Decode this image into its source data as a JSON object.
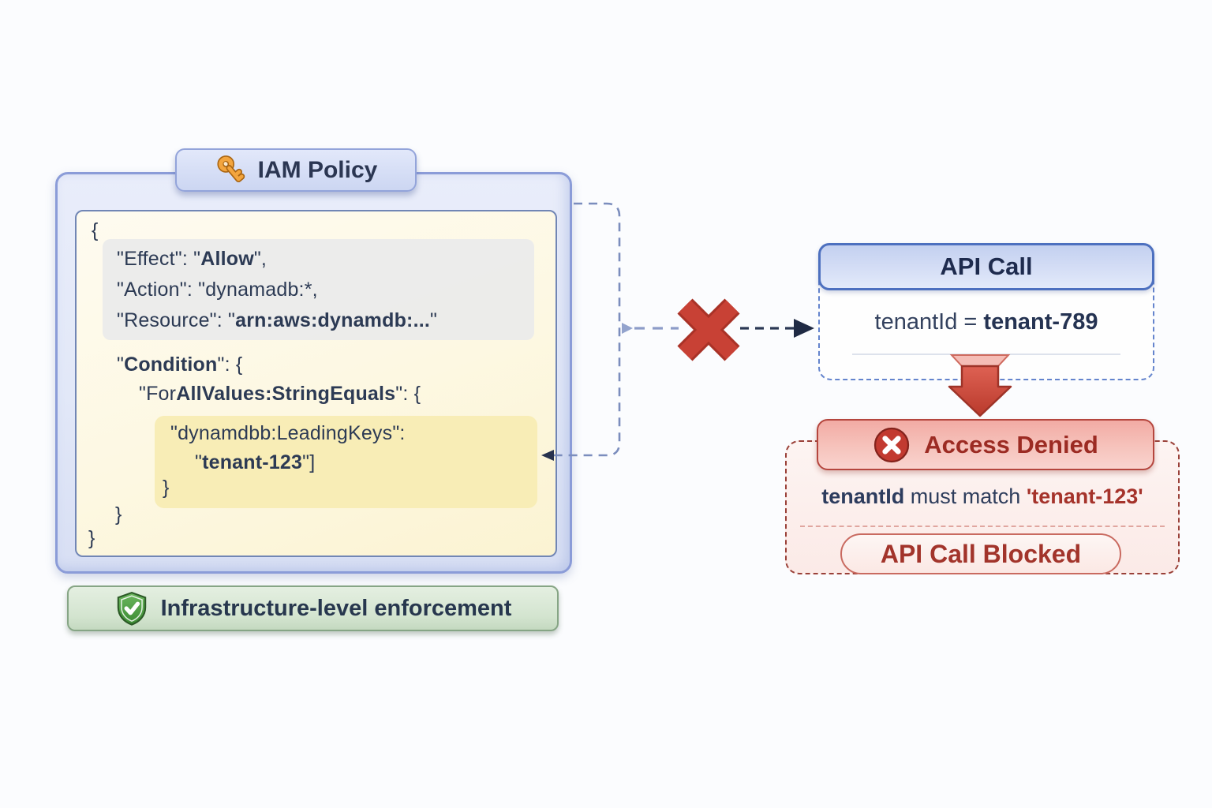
{
  "policy": {
    "tab_label": "IAM Policy",
    "tab_icon": "key-icon",
    "code": {
      "l1": "{",
      "l2a": "\"Effect\": \"",
      "l2b": "Allow",
      "l2c": "\",",
      "l3a": "\"Action\": ",
      "l3b": "\"dynamadb:*,",
      "l4a": "\"Resource\": \"",
      "l4b": "arn:aws:dynamdb:...",
      "l4c": "\"",
      "l5a": "\"",
      "l5b": "Condition",
      "l5c": "\": {",
      "l6a": "\"For",
      "l6b": "AllValues:StringEquals",
      "l6c": "\": {",
      "l7": "\"dynamdbb:LeadingKeys\":",
      "l8a": "\"",
      "l8b": "tenant-123",
      "l8c": "\"]",
      "l9": "}",
      "l10": "}",
      "l11": "}"
    },
    "badge_label": "Infrastructure-level enforcement",
    "badge_icon": "shield-check-icon"
  },
  "api_call": {
    "title": "API Call",
    "param_prefix": "tenantId = ",
    "param_value": "tenant-789"
  },
  "access_denied": {
    "title": "Access Denied",
    "icon": "x-circle-icon",
    "detail_key": "tenantId",
    "detail_mid": " must match ",
    "detail_value": "'tenant-123'",
    "blocked_label": "API Call Blocked"
  },
  "connectors": {
    "blocked_cross_icon": "blocked-x-icon",
    "down_arrow_icon": "down-arrow-icon"
  },
  "colors": {
    "policy_border_blue": "#8b9cd8",
    "code_panel_yellow": "#fdf8e2",
    "highlight_yellow": "#f8edb6",
    "highlight_grey": "#ebebeb",
    "badge_green": "#d3e4cf",
    "api_header_blue": "#c3d0f0",
    "denied_pink": "#f2aba4",
    "red_accent": "#c53e33",
    "dark_red_text": "#9c2b23",
    "navy_text": "#2c3a54"
  }
}
